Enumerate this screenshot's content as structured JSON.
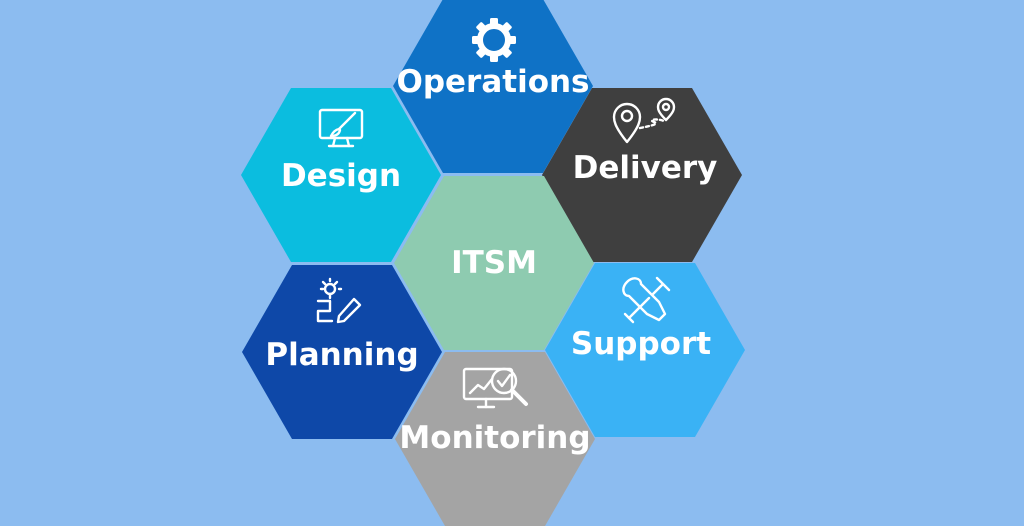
{
  "diagram": {
    "center": {
      "label": "ITSM",
      "color": "#8ecbb0"
    },
    "nodes": [
      {
        "key": "operations",
        "label": "Operations",
        "color": "#0f72c6",
        "icon": "gear-icon"
      },
      {
        "key": "design",
        "label": "Design",
        "color": "#0bbddf",
        "icon": "monitor-brush-icon"
      },
      {
        "key": "delivery",
        "label": "Delivery",
        "color": "#3f3f3f",
        "icon": "location-route-icon"
      },
      {
        "key": "planning",
        "label": "Planning",
        "color": "#0e48a8",
        "icon": "idea-plan-pencil-icon"
      },
      {
        "key": "support",
        "label": "Support",
        "color": "#3ab2f5",
        "icon": "tools-icon"
      },
      {
        "key": "monitoring",
        "label": "Monitoring",
        "color": "#a4a4a4",
        "icon": "analytics-monitor-icon"
      }
    ],
    "background": "#8cbcf0"
  }
}
